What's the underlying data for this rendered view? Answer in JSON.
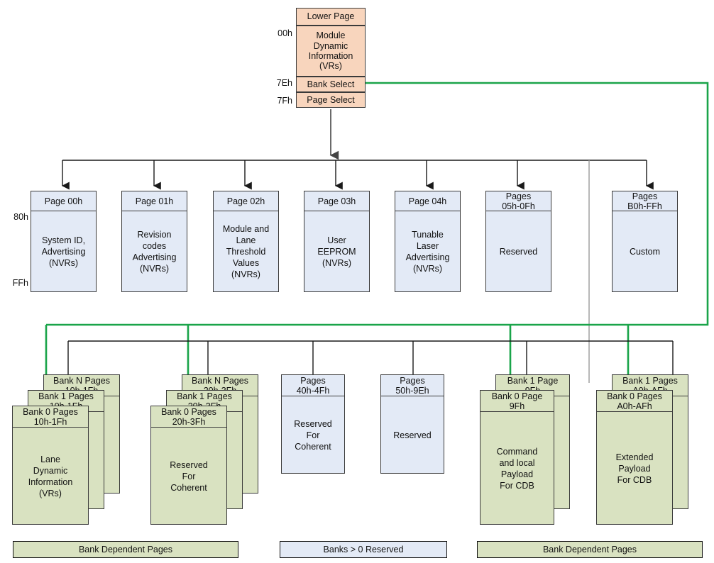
{
  "colors": {
    "lower_page_fill": "#f8d5bd",
    "upper_page_fill": "#e3eaf6",
    "bank_page_fill": "#d9e2c1",
    "bank_select_link": "#1aa44a",
    "page_select_link": "#333333",
    "border": "#3a3a3a"
  },
  "lower_page": {
    "title": "Lower Page",
    "addr_top": "00h",
    "addr_bank_select": "7Eh",
    "addr_page_select": "7Fh",
    "body": "Module\nDynamic\nInformation\n(VRs)",
    "bank_select": "Bank Select",
    "page_select": "Page Select"
  },
  "upper_addr": {
    "top": "80h",
    "bottom": "FFh"
  },
  "upper_pages": [
    {
      "name": "page-00h",
      "header": "Page 00h",
      "body": "System ID,\nAdvertising\n(NVRs)"
    },
    {
      "name": "page-01h",
      "header": "Page 01h",
      "body": "Revision\ncodes\nAdvertising\n(NVRs)"
    },
    {
      "name": "page-02h",
      "header": "Page 02h",
      "body": "Module and\nLane\nThreshold\nValues\n(NVRs)"
    },
    {
      "name": "page-03h",
      "header": "Page 03h",
      "body": "User\nEEPROM\n(NVRs)"
    },
    {
      "name": "page-04h",
      "header": "Page 04h",
      "body": "Tunable\nLaser\nAdvertising\n(NVRs)"
    },
    {
      "name": "pages-05h-0Fh",
      "header": "Pages\n05h-0Fh",
      "body": "Reserved"
    },
    {
      "name": "pages-B0h-FFh",
      "header": "Pages\nB0h-FFh",
      "body": "Custom"
    }
  ],
  "bank_groups": [
    {
      "name": "bank-pages-10h-1Fh",
      "kind": "stacked",
      "fill": "bank_page_fill",
      "layers": [
        "Bank N Pages\n10h-1Fh",
        "Bank 1 Pages\n10h-1Fh",
        "Bank 0 Pages\n10h-1Fh"
      ],
      "body": "Lane\nDynamic\nInformation\n(VRs)",
      "green_arrow": true
    },
    {
      "name": "bank-pages-20h-3Fh",
      "kind": "stacked",
      "fill": "bank_page_fill",
      "layers": [
        "Bank N Pages\n20h-3Fh",
        "Bank 1 Pages\n20h-3Fh",
        "Bank 0 Pages\n20h-3Fh"
      ],
      "body": "Reserved\nFor\nCoherent",
      "green_arrow": true
    },
    {
      "name": "pages-40h-4Fh",
      "kind": "single",
      "fill": "upper_page_fill",
      "layers": [
        "Pages\n40h-4Fh"
      ],
      "body": "Reserved\nFor\nCoherent",
      "green_arrow": false
    },
    {
      "name": "pages-50h-9Eh",
      "kind": "single",
      "fill": "upper_page_fill",
      "layers": [
        "Pages\n50h-9Eh"
      ],
      "body": "Reserved",
      "green_arrow": false
    },
    {
      "name": "bank-page-9Fh",
      "kind": "stacked2",
      "fill": "bank_page_fill",
      "layers": [
        "Bank 1 Page\n9Fh",
        "Bank 0 Page\n9Fh"
      ],
      "body": "Command\nand  local\nPayload\nFor CDB",
      "green_arrow": true
    },
    {
      "name": "bank-pages-A0h-AFh",
      "kind": "stacked2",
      "fill": "bank_page_fill",
      "layers": [
        "Bank 1 Pages\nA0h-AFh",
        "Bank 0 Pages\nA0h-AFh"
      ],
      "body": "Extended\nPayload\nFor CDB",
      "green_arrow": true
    }
  ],
  "legend": [
    {
      "name": "legend-bank-dependent-left",
      "label": "Bank Dependent Pages",
      "fill": "bank_page_fill"
    },
    {
      "name": "legend-banks-gt0-reserved",
      "label": "Banks > 0 Reserved",
      "fill": "upper_page_fill"
    },
    {
      "name": "legend-bank-dependent-right",
      "label": "Bank Dependent Pages",
      "fill": "bank_page_fill"
    }
  ]
}
